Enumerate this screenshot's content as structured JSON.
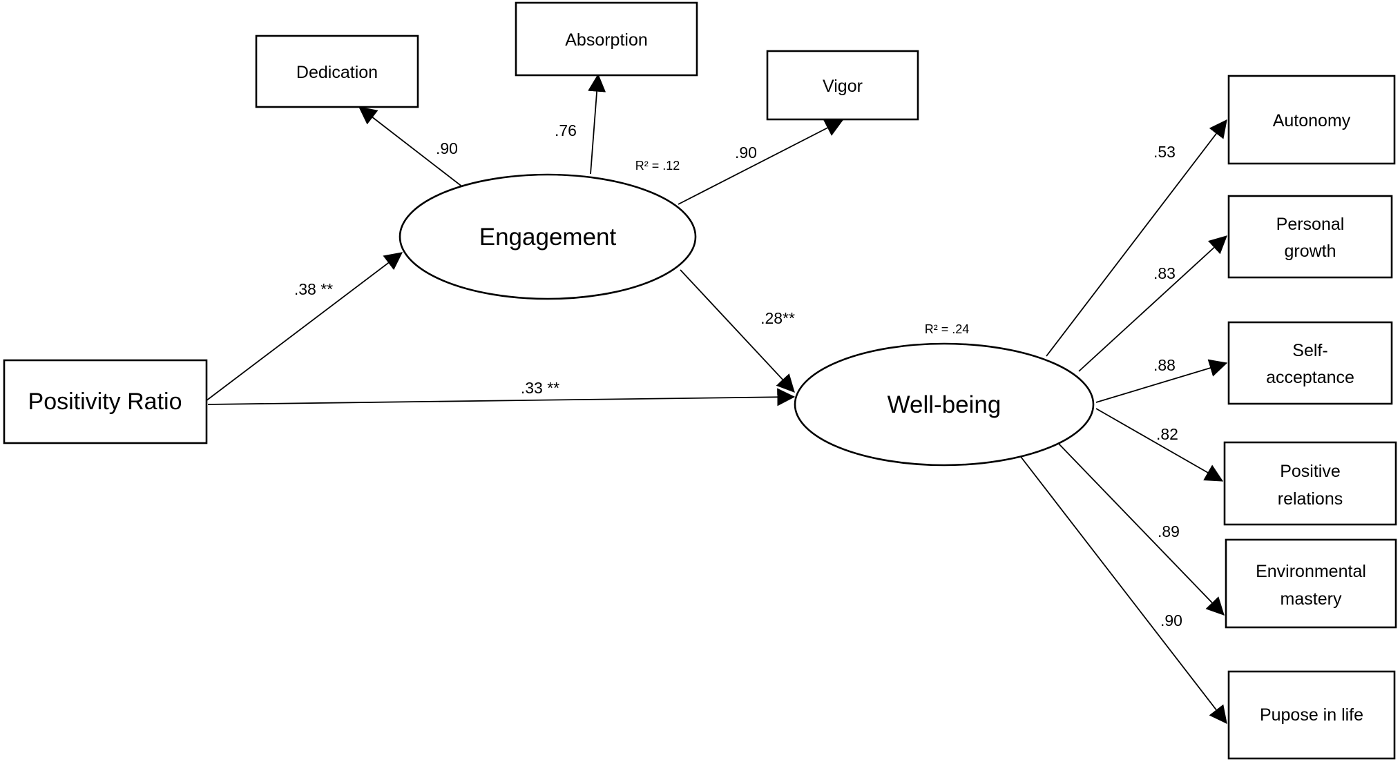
{
  "nodes": {
    "dedication": {
      "lines": [
        "Dedication"
      ]
    },
    "absorption": {
      "lines": [
        "Absorption"
      ]
    },
    "vigor": {
      "lines": [
        "Vigor"
      ]
    },
    "engagement": {
      "lines": [
        "Engagement"
      ]
    },
    "positivity_ratio": {
      "lines": [
        "Positivity Ratio"
      ]
    },
    "wellbeing": {
      "lines": [
        "Well-being"
      ]
    },
    "autonomy": {
      "lines": [
        "Autonomy"
      ]
    },
    "personal_growth": {
      "lines": [
        "Personal",
        "growth"
      ]
    },
    "self_acceptance": {
      "lines": [
        "Self-",
        "acceptance"
      ]
    },
    "positive_relations": {
      "lines": [
        "Positive",
        "relations"
      ]
    },
    "environmental_mastery": {
      "lines": [
        "Environmental",
        "mastery"
      ]
    },
    "purpose_in_life": {
      "lines": [
        "Pupose in life"
      ]
    }
  },
  "paths": {
    "engagement_dedication": ".90",
    "engagement_absorption": ".76",
    "engagement_vigor": ".90",
    "positivity_engagement": ".38 **",
    "engagement_wellbeing": ".28**",
    "positivity_wellbeing": ".33 **",
    "wellbeing_autonomy": ".53",
    "wellbeing_personal_growth": ".83",
    "wellbeing_self_acceptance": ".88",
    "wellbeing_positive_relations": ".82",
    "wellbeing_environmental_mastery": ".89",
    "wellbeing_purpose_in_life": ".90"
  },
  "r_squared": {
    "engagement": "R² = .12",
    "wellbeing": "R² = .24"
  }
}
